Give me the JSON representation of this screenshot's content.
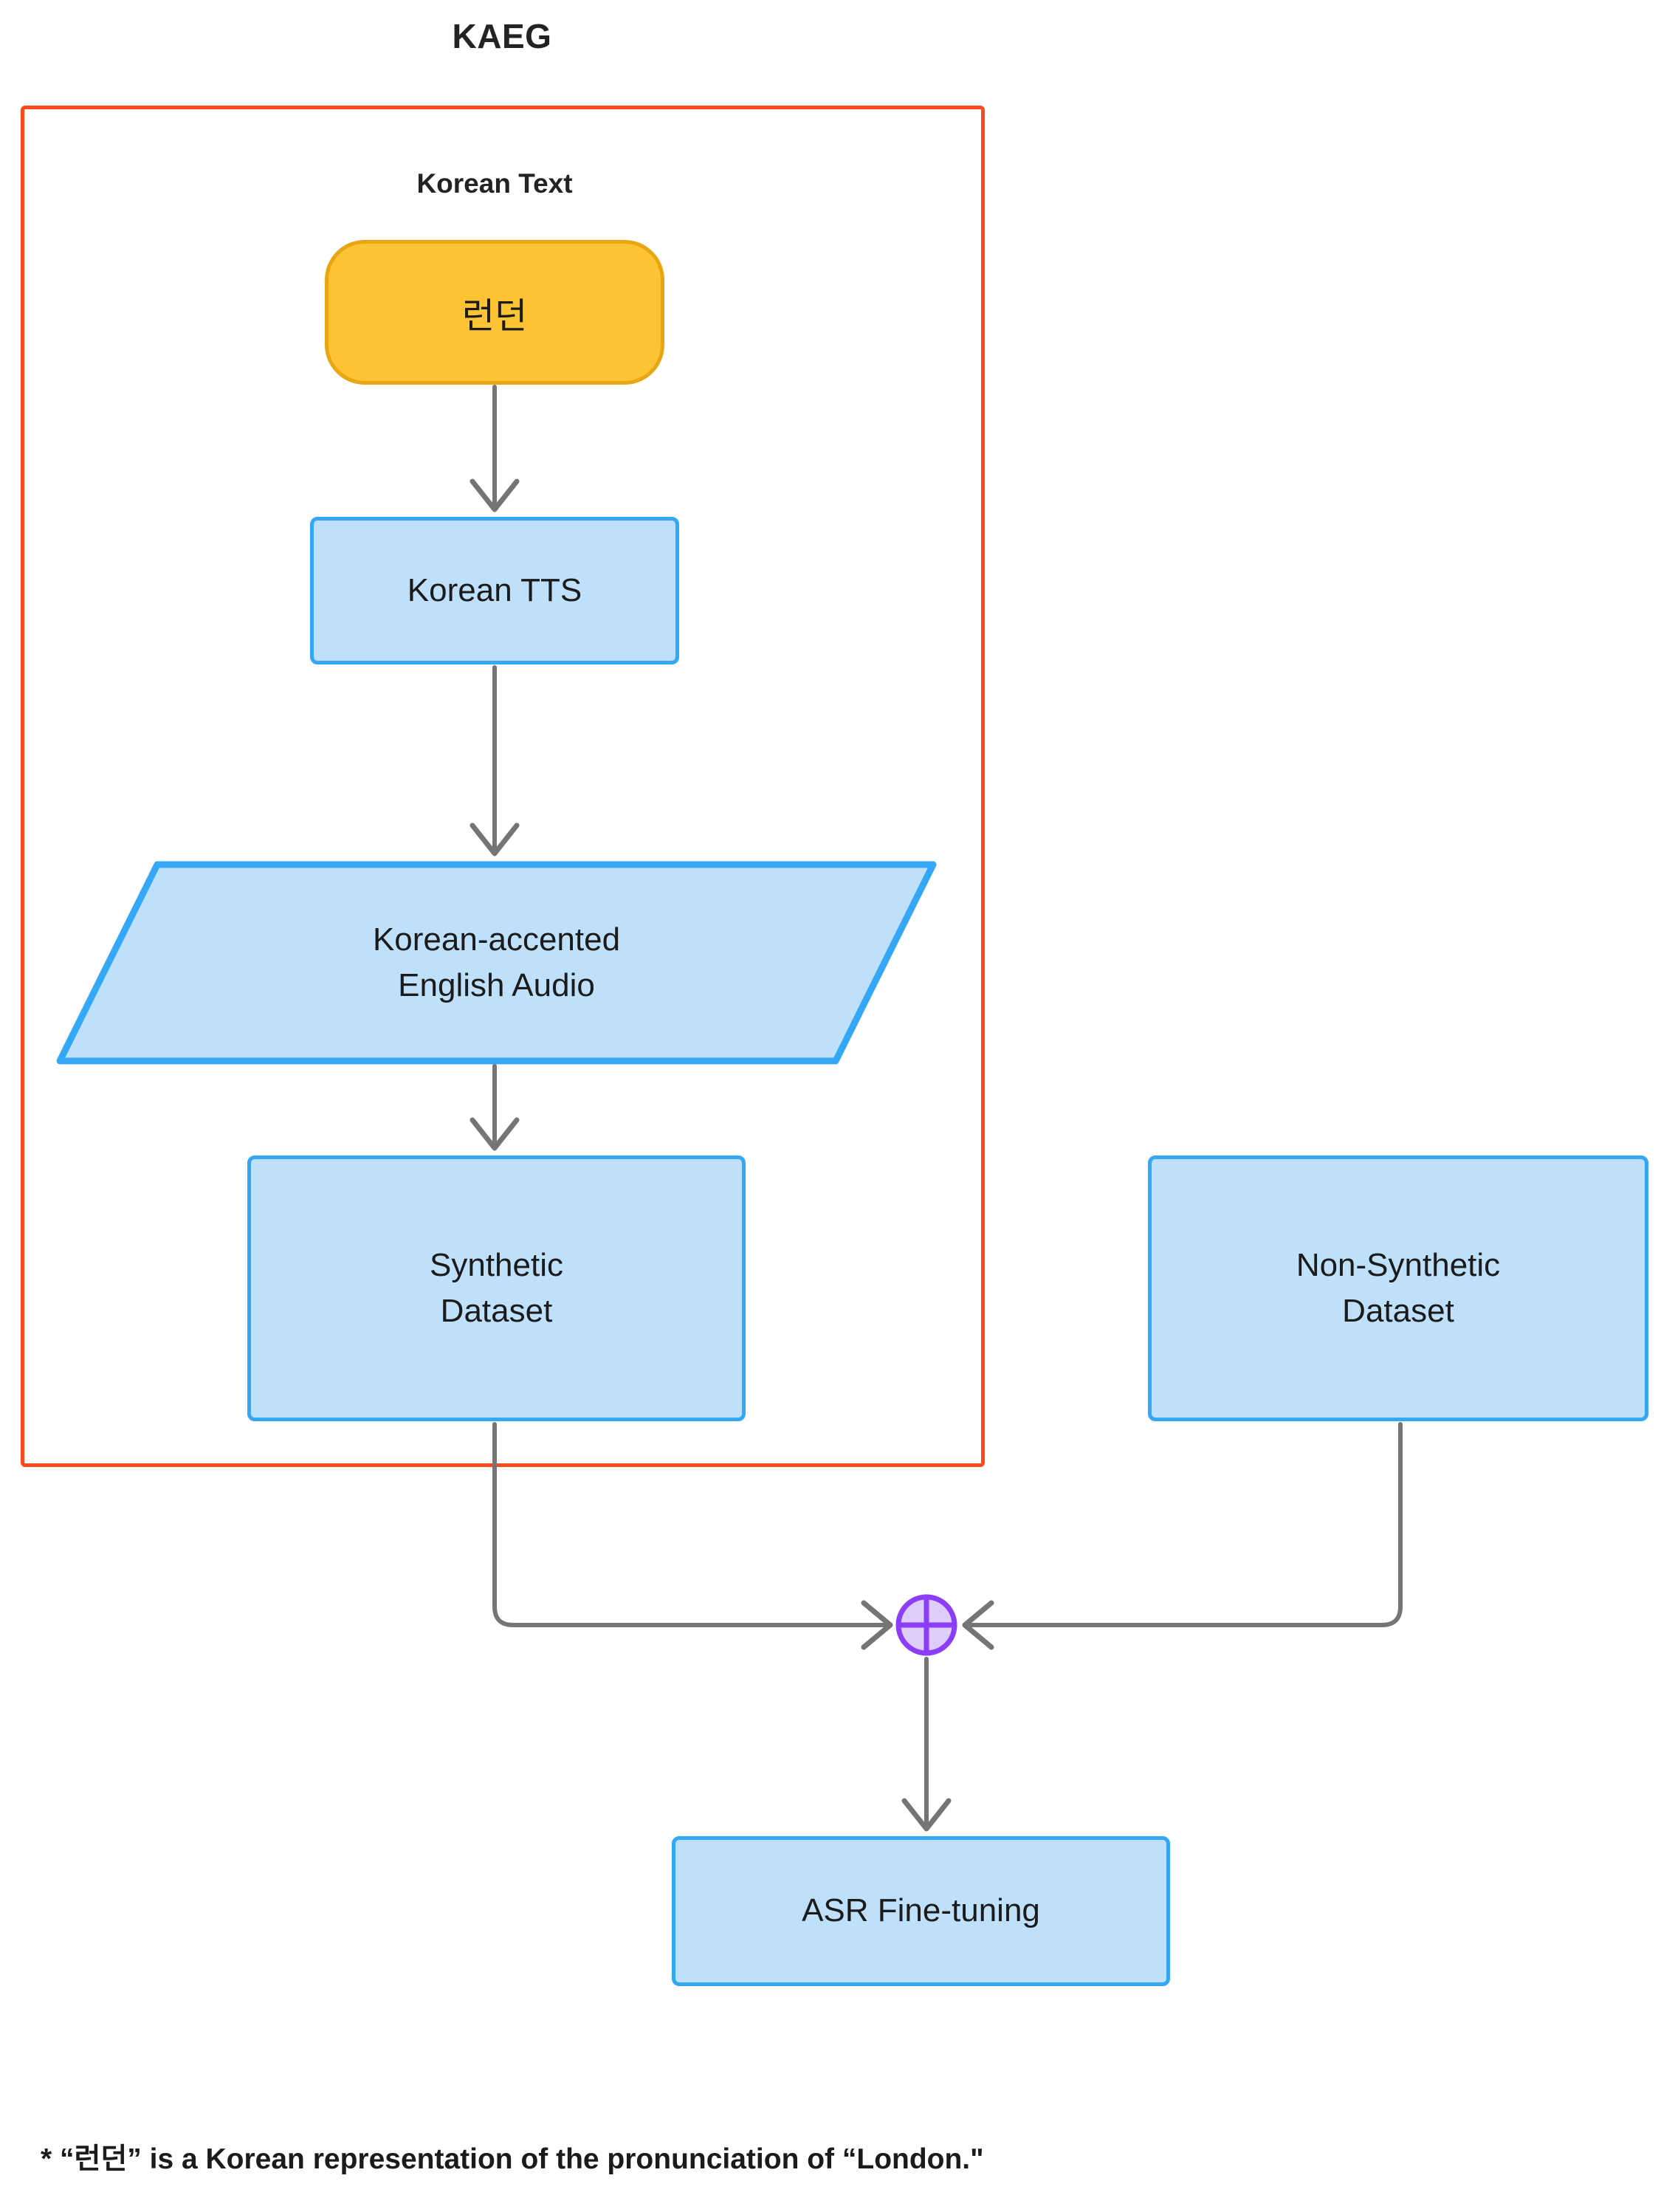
{
  "title": "KAEG",
  "group": {
    "name": "KAEG",
    "border_color": "#FB4B1E"
  },
  "labels": {
    "korean_text": "Korean Text"
  },
  "nodes": {
    "korean_text_input": {
      "label": "런던",
      "shape": "rounded-pill",
      "fill": "#FCC434",
      "stroke": "#E8A612"
    },
    "korean_tts": {
      "label": "Korean TTS",
      "shape": "rectangle",
      "fill": "#BFE0FB",
      "stroke": "#35A7F7"
    },
    "korean_accented_audio": {
      "line1": "Korean-accented",
      "line2": "English Audio",
      "shape": "parallelogram",
      "fill": "#BFE0FB",
      "stroke": "#35A7F7"
    },
    "synthetic_dataset": {
      "line1": "Synthetic",
      "line2": "Dataset",
      "shape": "rectangle",
      "fill": "#BFE0FB",
      "stroke": "#35A7F7"
    },
    "non_synthetic_dataset": {
      "line1": "Non-Synthetic",
      "line2": "Dataset",
      "shape": "rectangle",
      "fill": "#BFE0FB",
      "stroke": "#35A7F7"
    },
    "merge": {
      "label": "",
      "shape": "circle-cross",
      "fill": "#DCCDFB",
      "stroke": "#8B3DF7"
    },
    "asr_finetuning": {
      "label": "ASR Fine-tuning",
      "shape": "rectangle",
      "fill": "#BFE0FB",
      "stroke": "#35A7F7"
    }
  },
  "edges": [
    {
      "from": "korean_text_input",
      "to": "korean_tts",
      "style": "arrow"
    },
    {
      "from": "korean_tts",
      "to": "korean_accented_audio",
      "style": "arrow"
    },
    {
      "from": "korean_accented_audio",
      "to": "synthetic_dataset",
      "style": "arrow"
    },
    {
      "from": "synthetic_dataset",
      "to": "merge",
      "style": "elbow-arrow"
    },
    {
      "from": "non_synthetic_dataset",
      "to": "merge",
      "style": "elbow-arrow"
    },
    {
      "from": "merge",
      "to": "asr_finetuning",
      "style": "arrow"
    }
  ],
  "footnote": "* “런던” is a Korean representation of the pronunciation of “London.\"",
  "colors": {
    "edge": "#757575",
    "text": "#1b1b1b",
    "background": "#ffffff"
  }
}
